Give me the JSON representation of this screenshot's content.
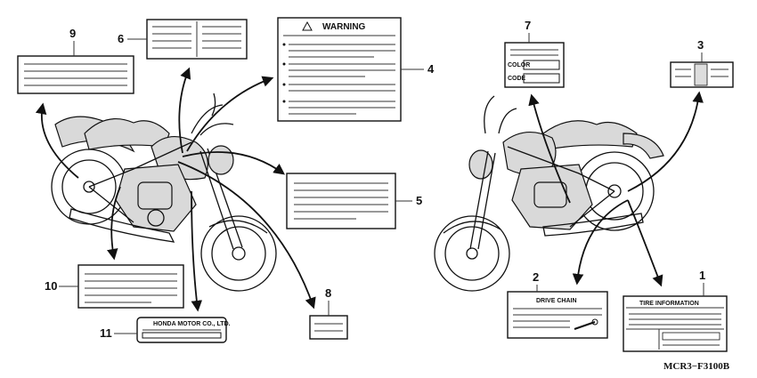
{
  "callouts": {
    "c1": "1",
    "c2": "2",
    "c3": "3",
    "c4": "4",
    "c5": "5",
    "c6": "6",
    "c7": "7",
    "c8": "8",
    "c9": "9",
    "c10": "10",
    "c11": "11"
  },
  "labels": {
    "warning": "WARNING",
    "color": "COLOR",
    "code": "CODE",
    "drive_chain": "DRIVE CHAIN",
    "tire_information": "TIRE   INFORMATION",
    "honda_motor": "HONDA MOTOR CO., LTD."
  },
  "diagram_code": "MCR3−F3100B"
}
